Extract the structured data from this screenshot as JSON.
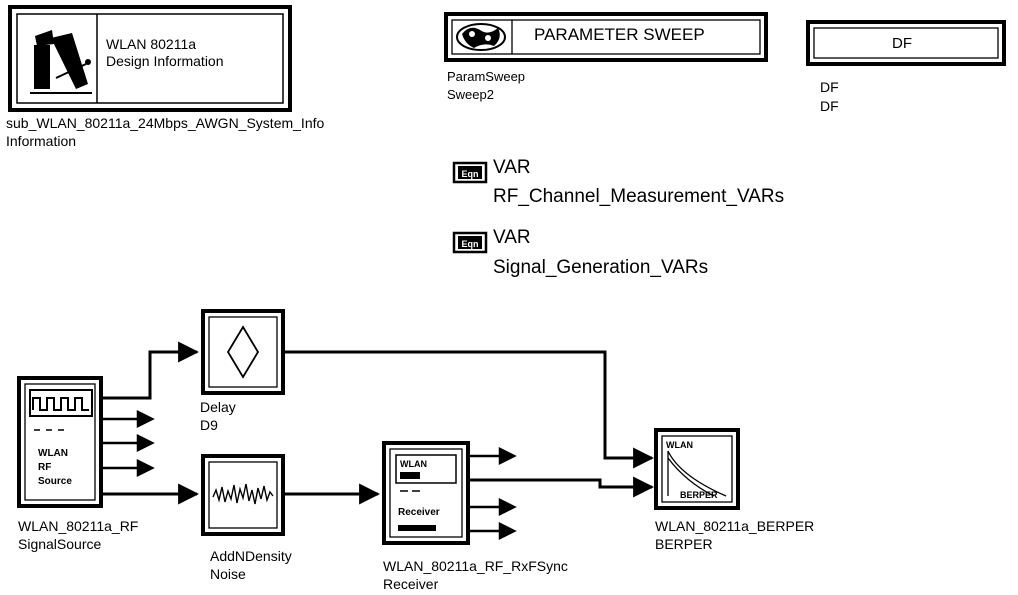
{
  "info_block": {
    "title_line1": "WLAN 80211a",
    "title_line2": "Design Information",
    "instance_name": "sub_WLAN_80211a_24Mbps_AWGN_System_Info",
    "component_name": "Information"
  },
  "param_sweep": {
    "header": "PARAMETER SWEEP",
    "type_name": "ParamSweep",
    "instance": "Sweep2"
  },
  "df_block": {
    "header": "DF",
    "type_name": "DF",
    "instance": "DF"
  },
  "var_blocks": [
    {
      "icon_text": "Eqn",
      "type": "VAR",
      "name": "RF_Channel_Measurement_VARs"
    },
    {
      "icon_text": "Eqn",
      "type": "VAR",
      "name": "Signal_Generation_VARs"
    }
  ],
  "components": {
    "signal_source": {
      "icon_line1": "WLAN",
      "icon_line2": "RF",
      "icon_line3": "Source",
      "instance": "WLAN_80211a_RF",
      "component": "SignalSource"
    },
    "delay": {
      "instance": "Delay",
      "component": "D9"
    },
    "noise": {
      "instance": "AddNDensity",
      "component": "Noise"
    },
    "receiver": {
      "icon_top": "WLAN",
      "icon_mid": "Receiver",
      "instance": "WLAN_80211a_RF_RxFSync",
      "component": "Receiver"
    },
    "berper": {
      "icon_top": "WLAN",
      "icon_bottom": "BERPER",
      "instance": "WLAN_80211a_BERPER",
      "component": "BERPER"
    }
  }
}
